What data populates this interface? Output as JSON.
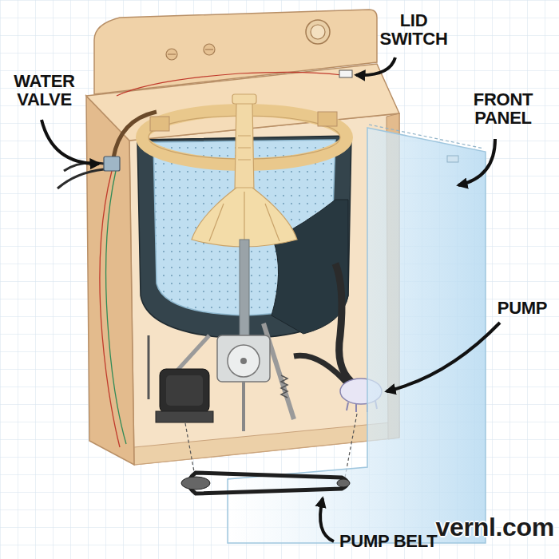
{
  "diagram": {
    "labels": [
      "LID SWITCH",
      "WATER VALVE",
      "FRONT PANEL",
      "PUMP",
      "PUMP BELT",
      "vernl.com"
    ]
  }
}
